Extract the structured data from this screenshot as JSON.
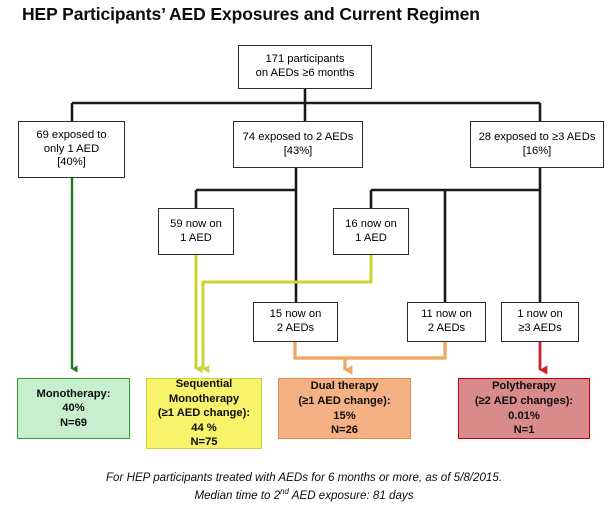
{
  "title": "HEP Participants’ AED Exposures and Current Regimen",
  "colors": {
    "line_black": "#1a1a1a",
    "green_arrow": "#1f7a1f",
    "yellow_arrow": "#cdd237",
    "orange_arrow": "#f0a868",
    "red_arrow": "#cc2127",
    "green_fill": "#c6efce",
    "green_border": "#2e9c2e",
    "yellow_fill": "#f7f36a",
    "yellow_border": "#cdd237",
    "orange_fill": "#f5b183",
    "orange_border": "#e08a4b",
    "red_fill": "#d98b8b",
    "red_border": "#c00000"
  },
  "nodes": {
    "root": {
      "lines": [
        "171 participants",
        "on AEDs ≥6 months"
      ]
    },
    "exposed_1": {
      "lines": [
        "69 exposed to",
        "only 1 AED",
        "[40%]"
      ]
    },
    "exposed_2": {
      "lines": [
        "74 exposed to 2 AEDs",
        "[43%]"
      ]
    },
    "exposed_3plus": {
      "lines": [
        "28 exposed to ≥3 AEDs",
        "[16%]"
      ]
    },
    "now_59_1aed": {
      "lines": [
        "59 now on",
        "1 AED"
      ]
    },
    "now_16_1aed": {
      "lines": [
        "16 now on",
        "1 AED"
      ]
    },
    "now_15_2aeds": {
      "lines": [
        "15 now on",
        "2 AEDs"
      ]
    },
    "now_11_2aeds": {
      "lines": [
        "11 now on",
        "2 AEDs"
      ]
    },
    "now_1_3aeds": {
      "lines": [
        "1 now on",
        "≥3 AEDs"
      ]
    }
  },
  "outcomes": {
    "monotherapy": {
      "lines": [
        "Monotherapy:",
        "40%",
        "N=69"
      ]
    },
    "sequential_monotherapy": {
      "lines": [
        "Sequential",
        "Monotherapy",
        "(≥1 AED change):",
        "44 %",
        "N=75"
      ]
    },
    "dual_therapy": {
      "lines": [
        "Dual therapy",
        "(≥1 AED change):",
        "15%",
        "N=26"
      ]
    },
    "polytherapy": {
      "lines": [
        "Polytherapy",
        "(≥2 AED changes):",
        "0.01%",
        "N=1"
      ]
    }
  },
  "footer": {
    "line1": "For HEP participants treated with AEDs for 6 months or more, as of 5/8/2015.",
    "line2_pre": "Median time to 2",
    "line2_sup": "nd",
    "line2_post": " AED exposure: 81 days"
  }
}
